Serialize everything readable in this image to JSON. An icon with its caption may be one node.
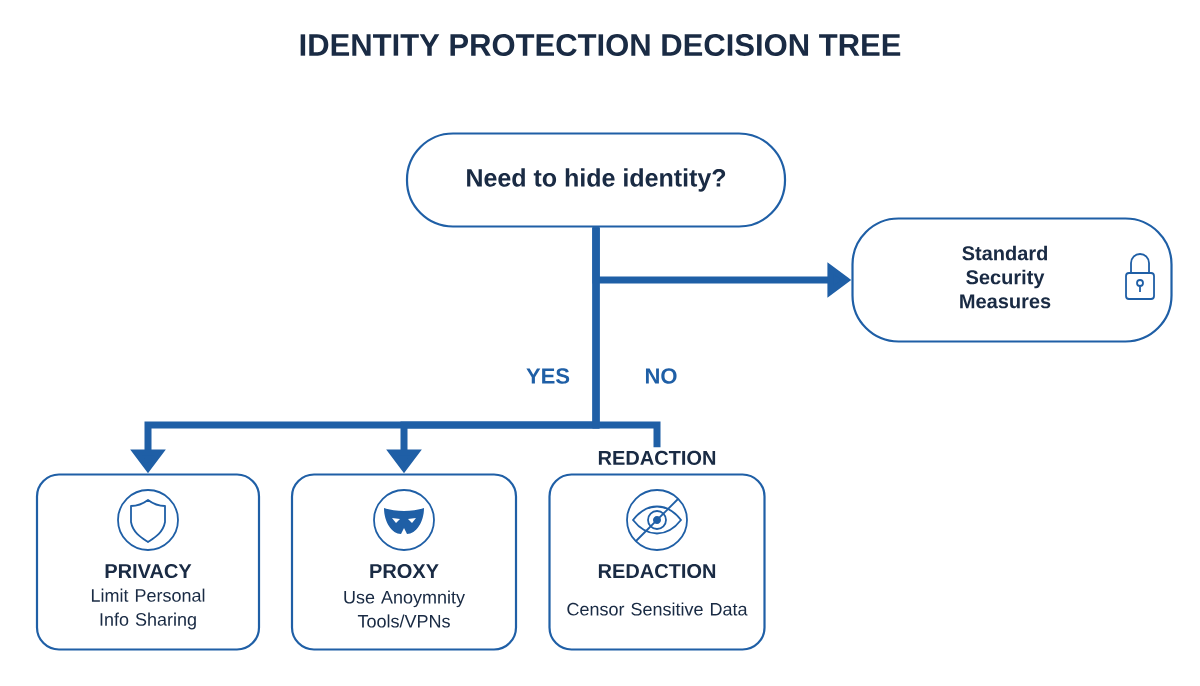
{
  "diagram": {
    "title": "IDENTITY PROTECTION DECISION TREE",
    "nodes": [
      {
        "text": [
          "Need to hide identity?"
        ]
      },
      {
        "text": [
          "Standard Security Measures"
        ]
      },
      {
        "text": [
          "PRIVACY",
          "Limit Personal Info Sharing"
        ]
      },
      {
        "text": [
          "PROXY",
          "Use Anoymnity Tools/VPNs"
        ]
      },
      {
        "text": [
          "REDACTION",
          "Censor Sensitive Data"
        ],
        "beside": [
          "REDACTION"
        ]
      }
    ],
    "edges": [
      {
        "from": 0,
        "to": 1,
        "arrow": "to"
      },
      {
        "from": 0,
        "to": 2,
        "arrow": "to"
      },
      {
        "from": 0,
        "to": 3,
        "arrow": "to"
      },
      {
        "from": 0,
        "to": 4,
        "arrow": "none"
      }
    ],
    "labels": [
      "YES",
      "NO"
    ]
  }
}
